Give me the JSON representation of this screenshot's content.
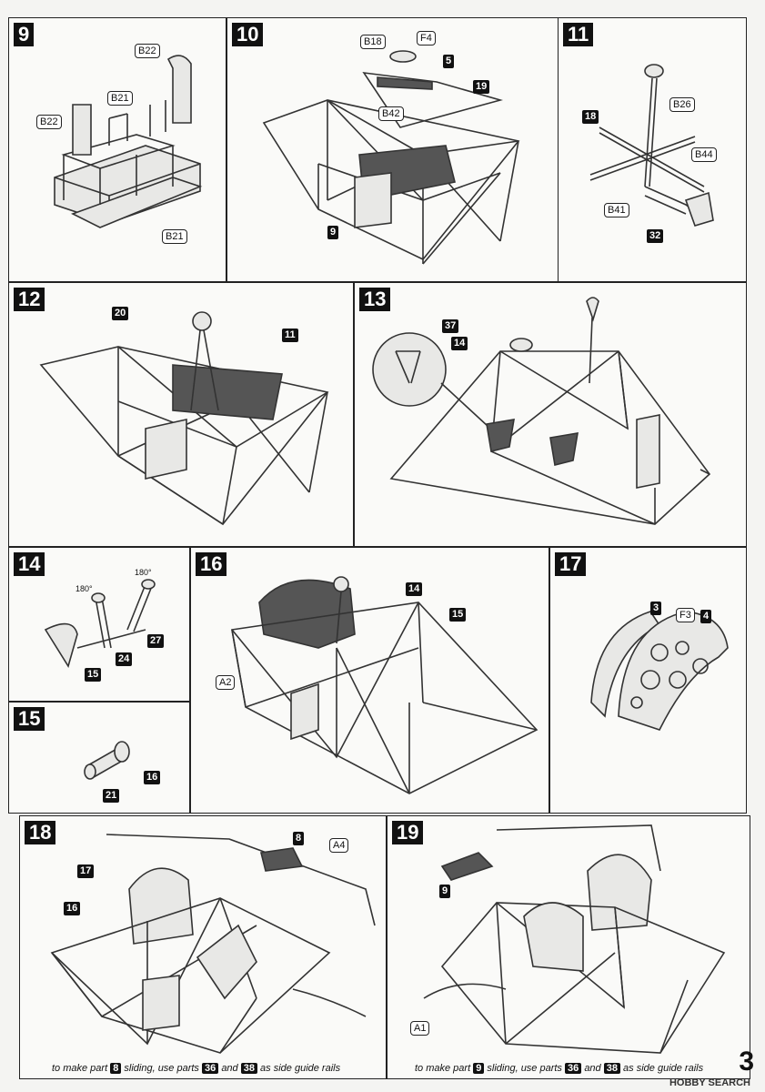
{
  "steps": {
    "s9": {
      "num": "9",
      "labels": {
        "b22a": "B22",
        "b22b": "B22",
        "b21a": "B21",
        "b21b": "B21"
      }
    },
    "s10": {
      "num": "10",
      "labels": {
        "b18": "B18",
        "f4": "F4",
        "n5": "5",
        "n19": "19",
        "b42": "B42",
        "n9": "9"
      }
    },
    "s11": {
      "num": "11",
      "labels": {
        "n18": "18",
        "b26": "B26",
        "b44": "B44",
        "b41": "B41",
        "n32": "32"
      }
    },
    "s12": {
      "num": "12",
      "labels": {
        "n20": "20",
        "n11": "11"
      }
    },
    "s13": {
      "num": "13",
      "labels": {
        "n37": "37",
        "n14": "14"
      }
    },
    "s14": {
      "num": "14",
      "labels": {
        "deg1": "180°",
        "deg2": "180°",
        "n27": "27",
        "n24": "24",
        "n15": "15"
      }
    },
    "s15": {
      "num": "15",
      "labels": {
        "n16": "16",
        "n21": "21"
      }
    },
    "s16": {
      "num": "16",
      "labels": {
        "n14": "14",
        "n15": "15",
        "a2": "A2"
      }
    },
    "s17": {
      "num": "17",
      "labels": {
        "n3": "3",
        "f3": "F3",
        "n4": "4"
      }
    },
    "s18": {
      "num": "18",
      "labels": {
        "n8": "8",
        "a4": "A4",
        "n17": "17",
        "n16": "16"
      },
      "note": {
        "pre": "to make part",
        "p1": "8",
        "mid": "sliding, use parts",
        "p2": "36",
        "and": "and",
        "p3": "38",
        "post": "as side guide rails"
      }
    },
    "s19": {
      "num": "19",
      "labels": {
        "n9": "9",
        "a1": "A1"
      },
      "note": {
        "pre": "to make part",
        "p1": "9",
        "mid": "sliding, use parts",
        "p2": "36",
        "and": "and",
        "p3": "38",
        "post": "as side guide rails"
      }
    }
  },
  "page_number": "3",
  "watermark": "HOBBY SEARCH"
}
